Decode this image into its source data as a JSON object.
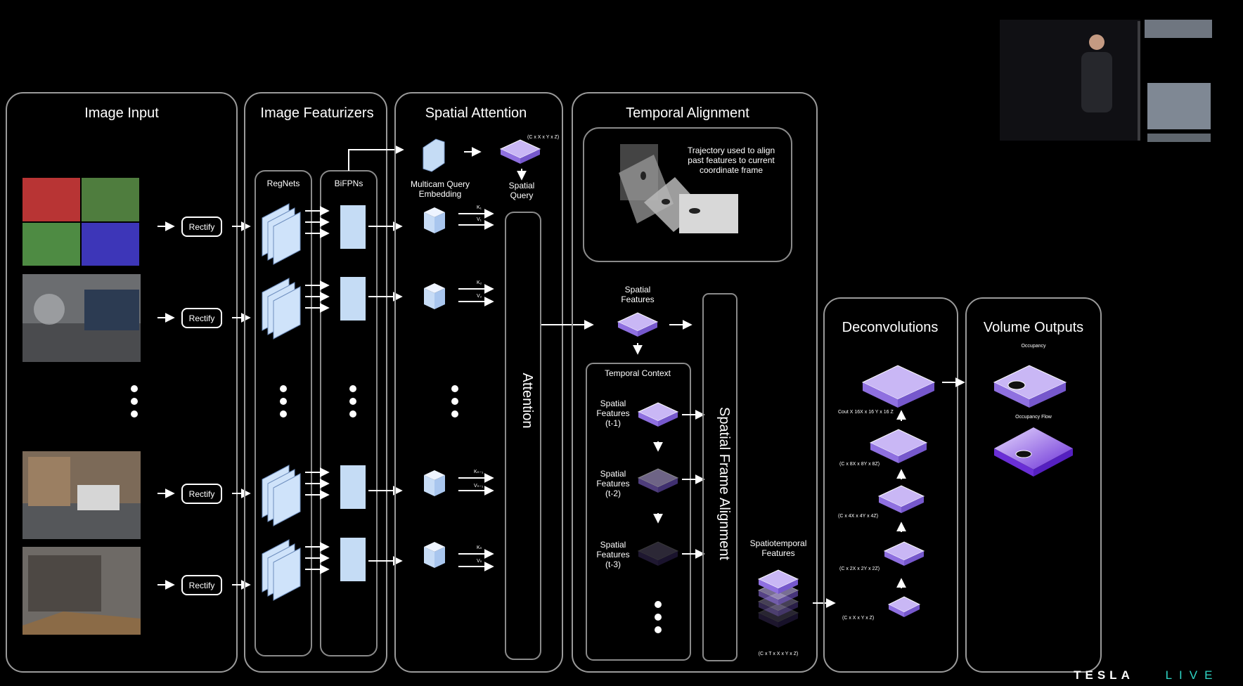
{
  "panels": {
    "image_input": "Image Input",
    "image_featurizers": "Image Featurizers",
    "spatial_attention": "Spatial Attention",
    "temporal_alignment": "Temporal Alignment",
    "deconvolutions": "Deconvolutions",
    "volume_outputs": "Volume Outputs"
  },
  "image_input": {
    "rectify_label": "Rectify"
  },
  "featurizers": {
    "regnets": "RegNets",
    "bifpns": "BiFPNs"
  },
  "spatial_attention": {
    "query_line1": "Multicam Query",
    "query_line2": "Embedding",
    "spatial_query_line1": "Spatial",
    "spatial_query_line2": "Query",
    "query_dims": "(C x X x Y x Z)",
    "attention": "Attention",
    "kv": [
      {
        "k": "K₁",
        "v": "V₁"
      },
      {
        "k": "K₂",
        "v": "V₂"
      },
      {
        "k": "Kₙ₋₁",
        "v": "Vₙ₋₁"
      },
      {
        "k": "Kₙ",
        "v": "Vₙ"
      }
    ]
  },
  "temporal_alignment": {
    "trajectory_line1": "Trajectory used to align",
    "trajectory_line2": "past features to current",
    "trajectory_line3": "coordinate frame",
    "spatial_features_line1": "Spatial",
    "spatial_features_line2": "Features",
    "temporal_context": "Temporal Context",
    "context_items": [
      {
        "line1": "Spatial",
        "line2": "Features",
        "line3": "(t-1)"
      },
      {
        "line1": "Spatial",
        "line2": "Features",
        "line3": "(t-2)"
      },
      {
        "line1": "Spatial",
        "line2": "Features",
        "line3": "(t-3)"
      }
    ],
    "frame_alignment": "Spatial Frame Alignment",
    "spatiotemporal_line1": "Spatiotemporal",
    "spatiotemporal_line2": "Features",
    "spatiotemporal_dims": "(C x T x X x Y x Z)"
  },
  "deconvolutions": {
    "dims": [
      "Cout X 16X x 16 Y x 16 Z",
      "(C x 8X x 8Y x 8Z)",
      "(C x 4X x 4Y x 4Z)",
      "(C x 2X x 2Y x 2Z)",
      "(C x X x Y x Z)"
    ]
  },
  "volume_outputs": {
    "occupancy": "Occupancy",
    "occupancy_flow": "Occupancy Flow"
  },
  "branding": {
    "brand": "TESLA",
    "live": "LIVE"
  },
  "colors": {
    "accent": "#a98ff0",
    "feature_blue": "#c5dcf5",
    "panel_border": "#9a9a9a"
  }
}
